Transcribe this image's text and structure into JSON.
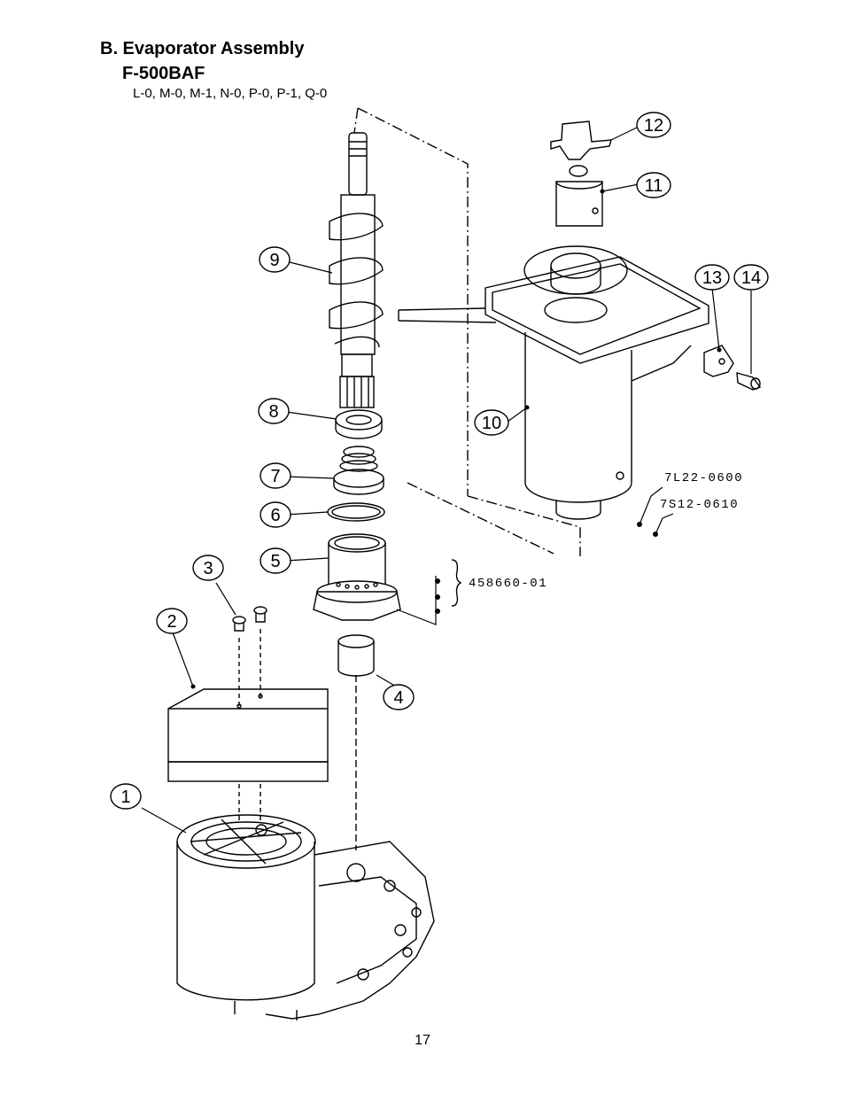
{
  "header": {
    "title": "B. Evaporator Assembly",
    "model": "F-500BAF",
    "variants": "L-0, M-0, M-1, N-0, P-0, P-1, Q-0"
  },
  "callouts": [
    "1",
    "2",
    "3",
    "4",
    "5",
    "6",
    "7",
    "8",
    "9",
    "10",
    "11",
    "12",
    "13",
    "14"
  ],
  "part_numbers": {
    "pn_7l22": "7L22-0600",
    "pn_7s12": "7S12-0610",
    "pn_458660": "458660-01"
  },
  "footer": {
    "page_number": "17"
  }
}
